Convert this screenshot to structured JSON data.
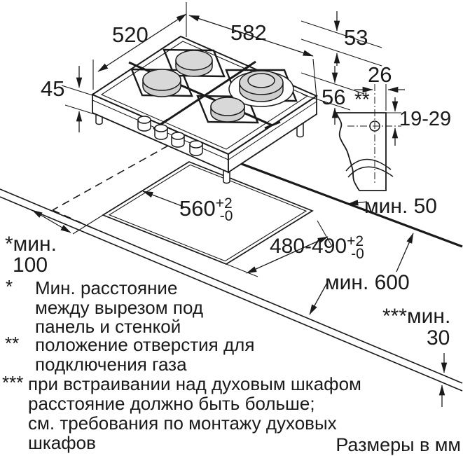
{
  "dimensions": {
    "top_width": "520",
    "overall_width": "582",
    "rear_edge": "53",
    "body_height": "45",
    "connection_drop": "56",
    "gas_hole_inset": "26",
    "gas_hole_range": "19-29",
    "gas_marker": "**",
    "cutout_width": {
      "value": "560",
      "tol_plus": "+2",
      "tol_minus": "-0"
    },
    "cutout_depth": {
      "value": "480-490",
      "tol_plus": "+2",
      "tol_minus": "-0"
    },
    "min_side_label": "*мин.",
    "min_side_value": "100",
    "min_rear": "мин. 50",
    "min_worktop": "мин. 600",
    "min_front_label": "***мин.",
    "min_front_value": "30"
  },
  "footnotes": [
    {
      "marker": "*",
      "lines": [
        "Мин. расстояние",
        "между вырезом под",
        "панель и стенкой"
      ]
    },
    {
      "marker": "**",
      "lines": [
        "положение отверстия для",
        "подключения газа"
      ]
    },
    {
      "marker": "***",
      "lines": [
        "при встраивании над духовым шкафом",
        "расстояние должно быть больше;",
        "см. требования по монтажу духовых",
        "шкафов"
      ]
    }
  ],
  "units_note": "Размеры в мм"
}
